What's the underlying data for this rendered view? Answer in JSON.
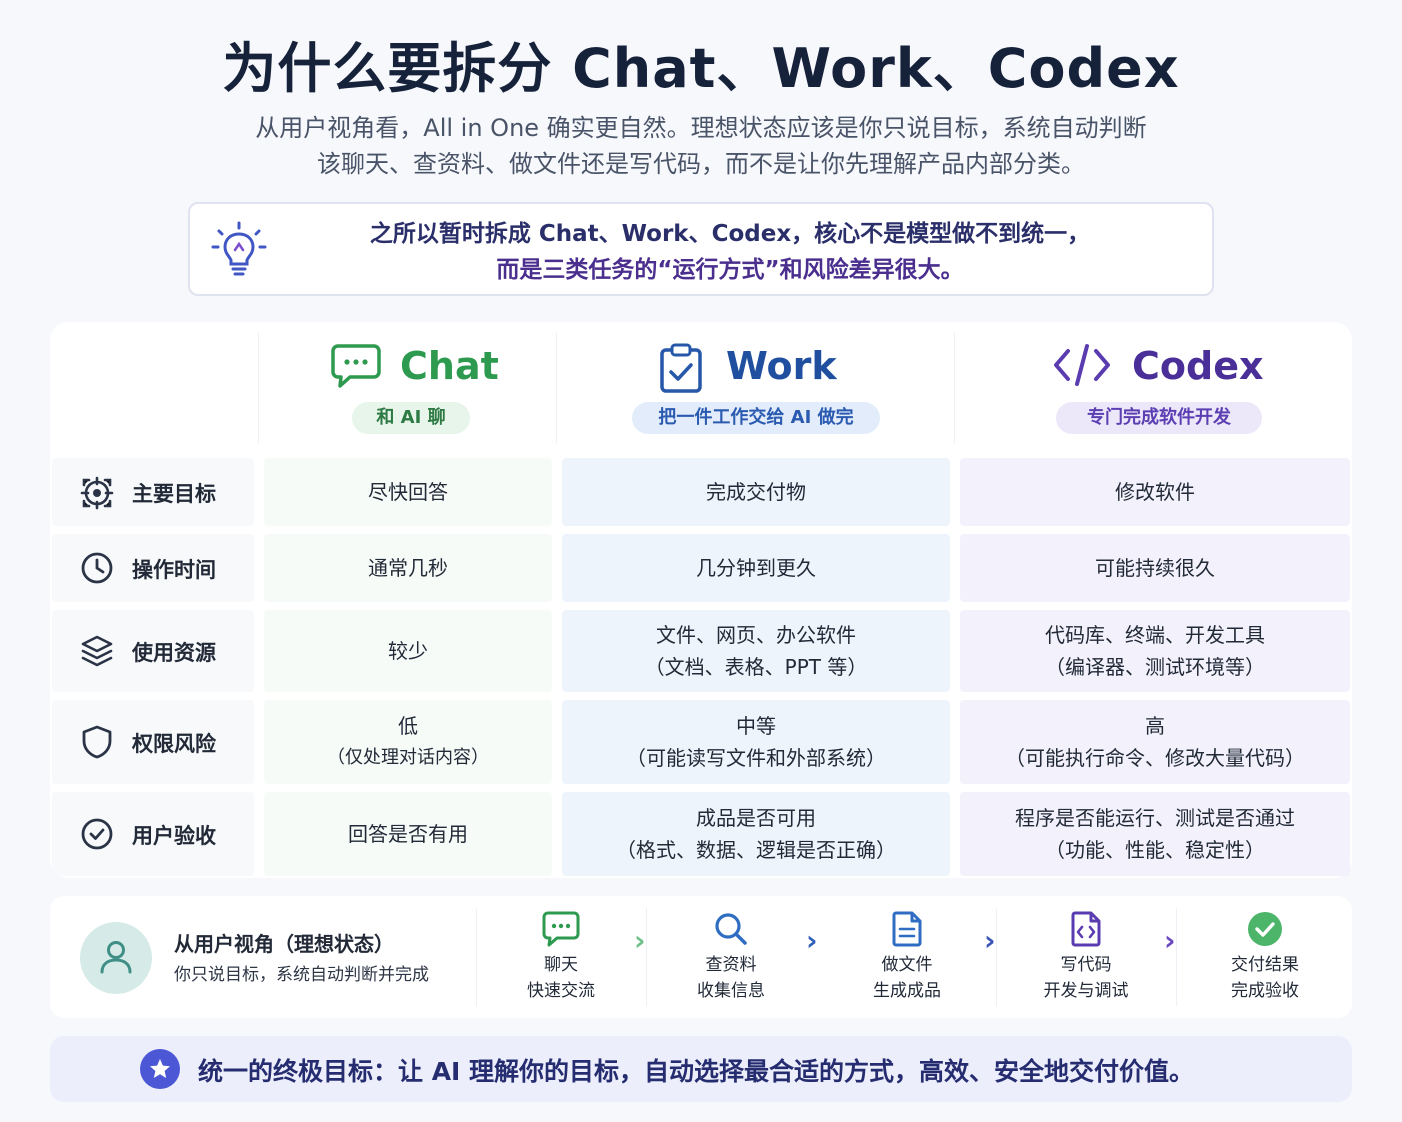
{
  "title": "为什么要拆分 Chat、Work、Codex",
  "subtitle_lines": [
    "从用户视角看，All in One 确实更自然。理想状态应该是你只说目标，系统自动判断",
    "该聊天、查资料、做文件还是写代码，而不是让你先理解产品内部分类。"
  ],
  "callout": {
    "icon": "lightbulb-icon",
    "line1": "之所以暂时拆成 Chat、Work、Codex，核心不是模型做不到统一，",
    "line2": "而是三类任务的“运行方式”和风险差异很大。"
  },
  "columns": [
    {
      "name": "Chat",
      "tag": "和 AI 聊",
      "icon": "chat-bubble-icon",
      "color": "#2e9a4f",
      "tag_bg": "#e7f5ea"
    },
    {
      "name": "Work",
      "tag": "把一件工作交给 AI 做完",
      "icon": "clipboard-check-icon",
      "color": "#2757a8",
      "tag_bg": "#e3ecfa"
    },
    {
      "name": "Codex",
      "tag": "专门完成软件开发",
      "icon": "code-brackets-icon",
      "color": "#5a3cb0",
      "tag_bg": "#ece7f9"
    }
  ],
  "rows": [
    {
      "label": "主要目标",
      "icon": "target-icon",
      "chat": [
        "尽快回答"
      ],
      "work": [
        "完成交付物"
      ],
      "codex": [
        "修改软件"
      ]
    },
    {
      "label": "操作时间",
      "icon": "clock-icon",
      "chat": [
        "通常几秒"
      ],
      "work": [
        "几分钟到更久"
      ],
      "codex": [
        "可能持续很久"
      ]
    },
    {
      "label": "使用资源",
      "icon": "layers-icon",
      "chat": [
        "较少"
      ],
      "work": [
        "文件、网页、办公软件",
        "（文档、表格、PPT 等）"
      ],
      "codex": [
        "代码库、终端、开发工具",
        "（编译器、测试环境等）"
      ]
    },
    {
      "label": "权限风险",
      "icon": "shield-icon",
      "chat": [
        "低",
        "（仅处理对话内容）"
      ],
      "work": [
        "中等",
        "（可能读写文件和外部系统）"
      ],
      "codex": [
        "高",
        "（可能执行命令、修改大量代码）"
      ]
    },
    {
      "label": "用户验收",
      "icon": "check-circle-icon",
      "chat": [
        "回答是否有用"
      ],
      "work": [
        "成品是否可用",
        "（格式、数据、逻辑是否正确）"
      ],
      "codex": [
        "程序是否能运行、测试是否通过",
        "（功能、性能、稳定性）"
      ]
    }
  ],
  "flow": {
    "title": "从用户视角（理想状态）",
    "subtitle": "你只说目标，系统自动判断并完成",
    "arrow": "›",
    "steps": [
      {
        "l1": "聊天",
        "l2": "快速交流",
        "icon": "chat-icon"
      },
      {
        "l1": "查资料",
        "l2": "收集信息",
        "icon": "search-icon"
      },
      {
        "l1": "做文件",
        "l2": "生成成品",
        "icon": "document-icon"
      },
      {
        "l1": "写代码",
        "l2": "开发与调试",
        "icon": "code-file-icon"
      },
      {
        "l1": "交付结果",
        "l2": "完成验收",
        "icon": "check-badge-icon"
      }
    ]
  },
  "bottom": {
    "icon": "star-icon",
    "text": "统一的终极目标：让 AI 理解你的目标，自动选择最合适的方式，高效、安全地交付价值。"
  }
}
